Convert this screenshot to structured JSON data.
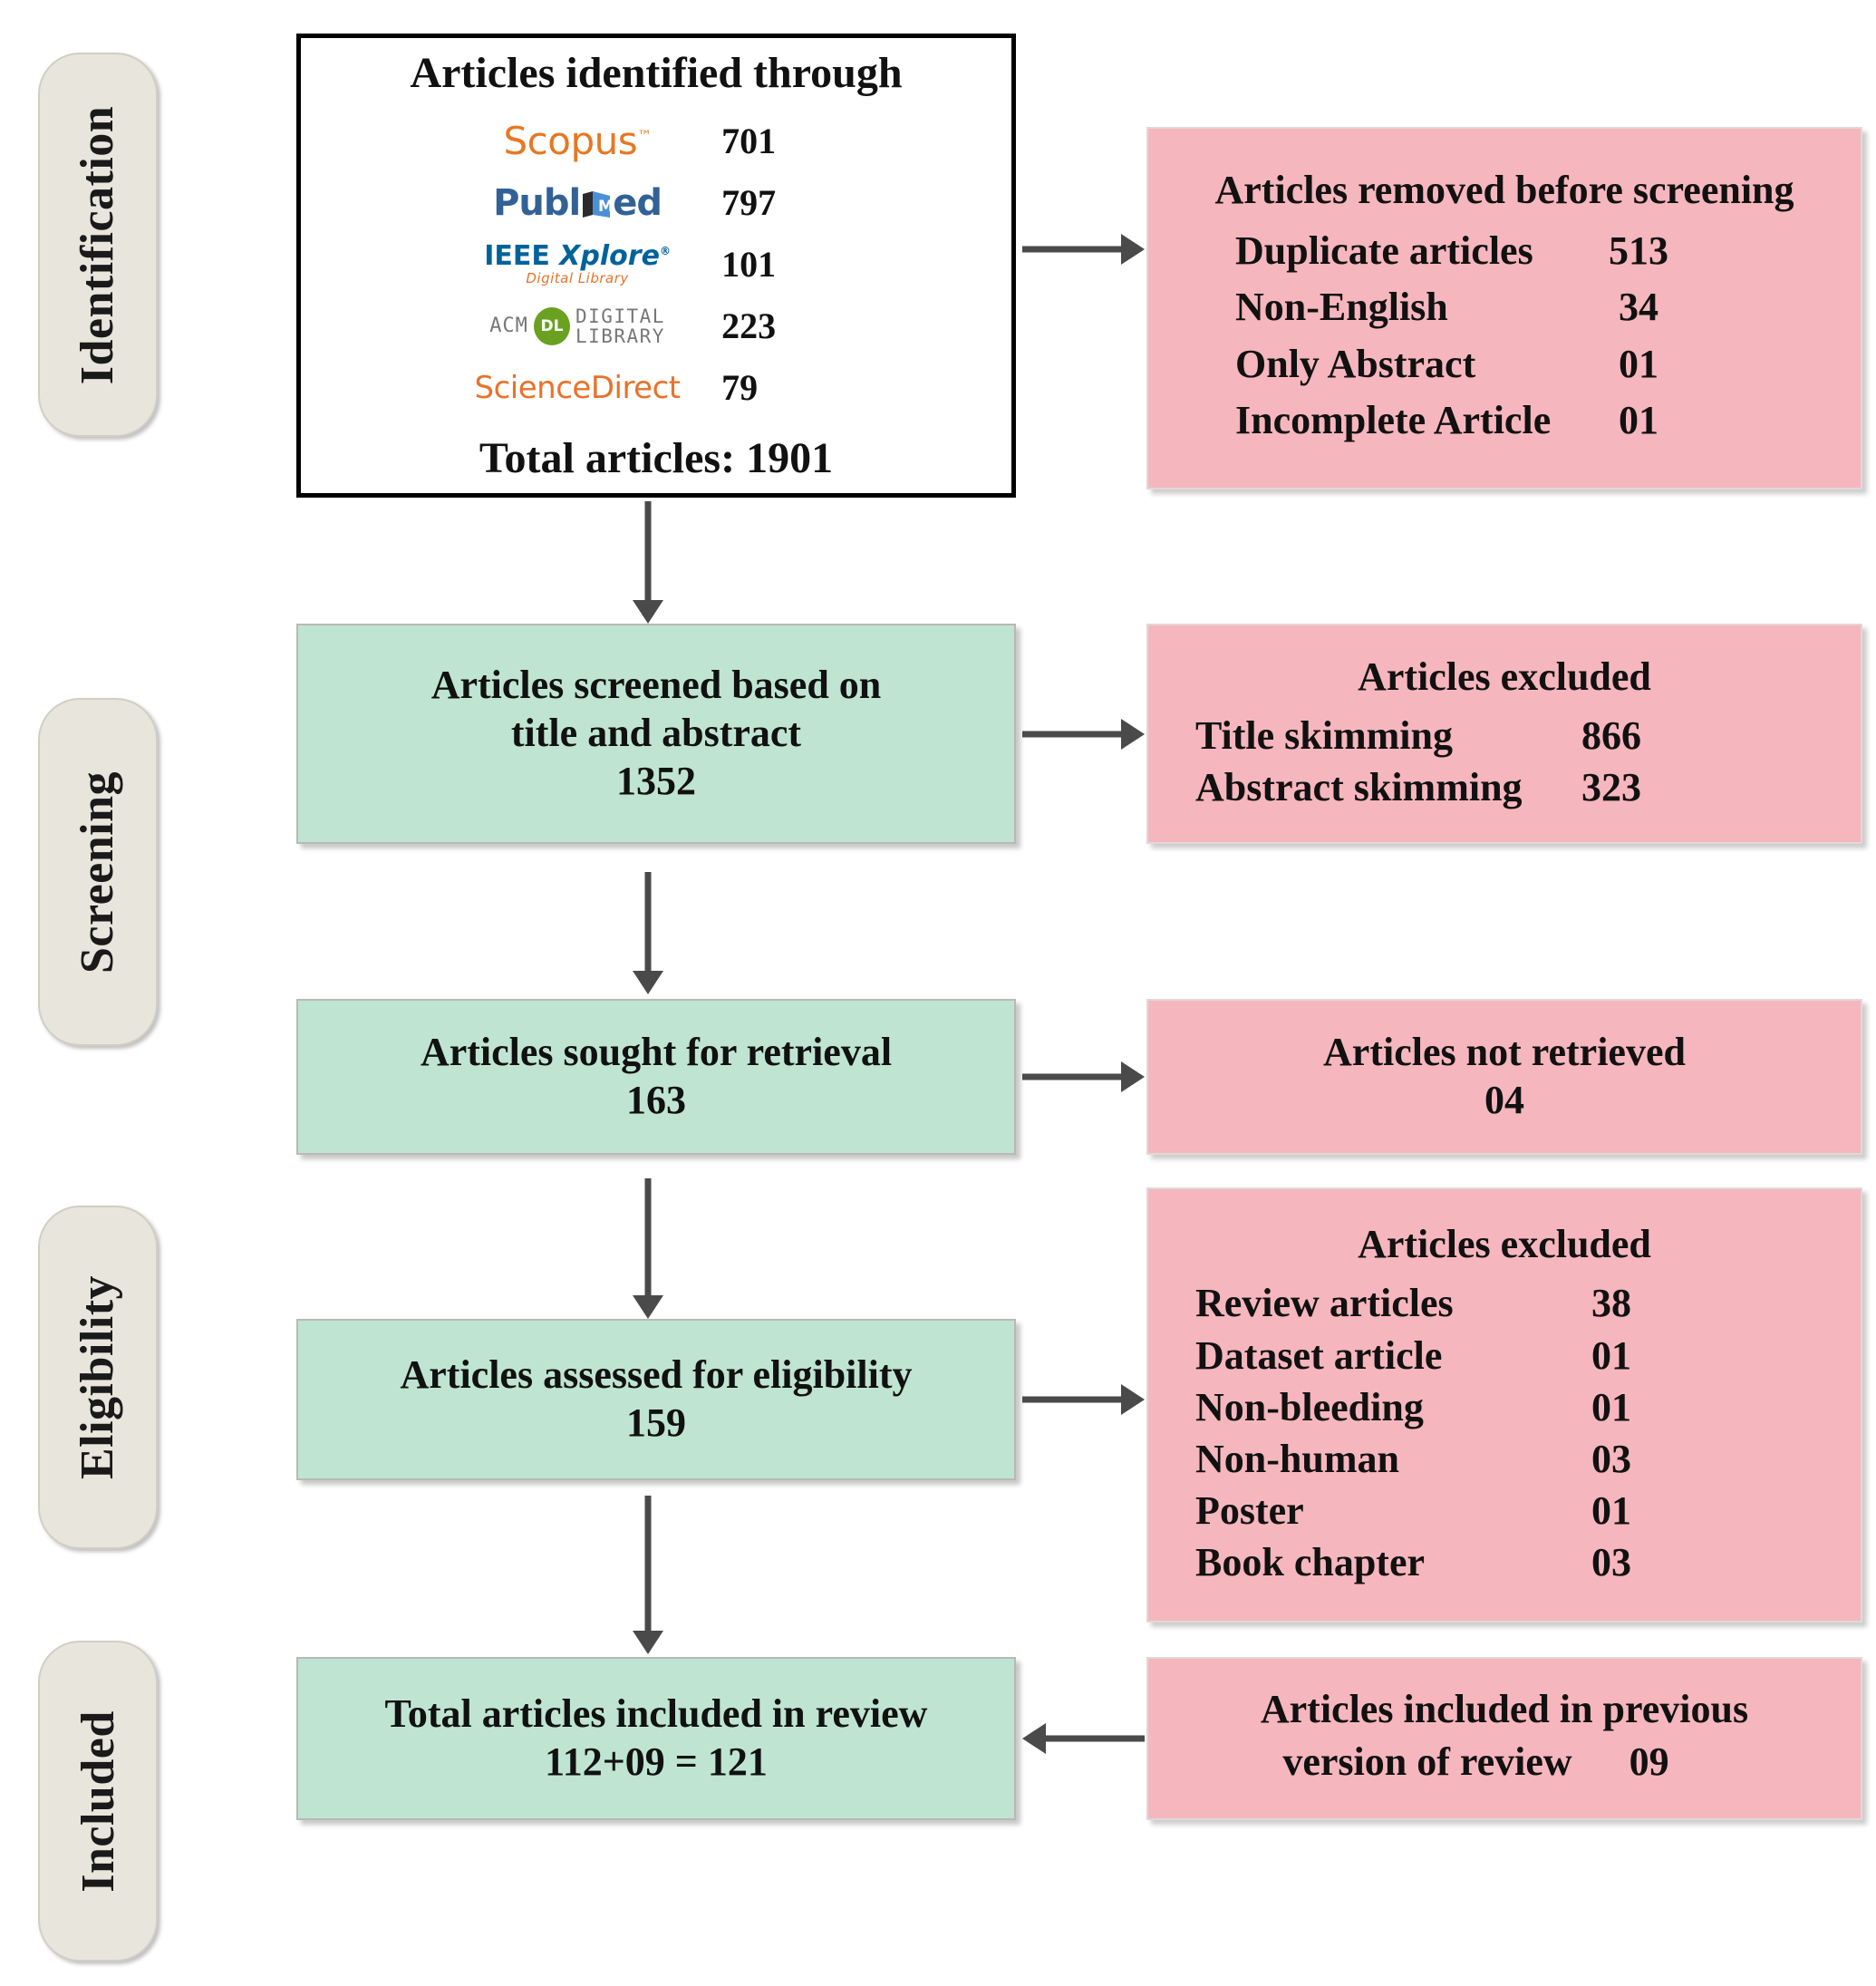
{
  "stages": [
    {
      "label": "Identification"
    },
    {
      "label": "Screening"
    },
    {
      "label": "Eligibility"
    },
    {
      "label": "Included"
    }
  ],
  "identification": {
    "title": "Articles identified through",
    "sources": [
      {
        "name": "Scopus",
        "logo": "scopus-logo",
        "count": "701"
      },
      {
        "name": "PubMed",
        "logo": "pubmed-logo",
        "count": "797"
      },
      {
        "name": "IEEE Xplore",
        "logo": "ieee-xplore-logo",
        "count": "101"
      },
      {
        "name": "ACM Digital Library",
        "logo": "acm-dl-logo",
        "count": "223"
      },
      {
        "name": "ScienceDirect",
        "logo": "sciencedirect-logo",
        "count": "79"
      }
    ],
    "logo_text": {
      "scopus": "Scopus",
      "pubmed_a": "Publ",
      "pubmed_b": "ed",
      "pubmed_m": "M",
      "ieee_main": "IEEE",
      "ieee_xplore": "Xplore",
      "ieee_sub": "Digital Library",
      "acm_prefix": "ACM",
      "acm_badge": "DL",
      "acm_line1": "DIGITAL",
      "acm_line2": "LIBRARY",
      "sciencedirect": "ScienceDirect"
    },
    "total": "Total articles: 1901"
  },
  "removed_before_screening": {
    "title": "Articles removed before screening",
    "rows": [
      {
        "label": "Duplicate articles",
        "value": "513"
      },
      {
        "label": "Non-English",
        "value": "34"
      },
      {
        "label": "Only Abstract",
        "value": "01"
      },
      {
        "label": "Incomplete Article",
        "value": "01"
      }
    ]
  },
  "screened": {
    "line1": "Articles screened based on",
    "line2": "title and abstract",
    "count": "1352"
  },
  "excluded_screening": {
    "title": "Articles excluded",
    "rows": [
      {
        "label": "Title skimming",
        "value": "866"
      },
      {
        "label": "Abstract skimming",
        "value": "323"
      }
    ]
  },
  "sought_retrieval": {
    "line1": "Articles sought for retrieval",
    "count": "163"
  },
  "not_retrieved": {
    "line1": "Articles not retrieved",
    "count": "04"
  },
  "assessed_eligibility": {
    "line1": "Articles assessed for eligibility",
    "count": "159"
  },
  "excluded_eligibility": {
    "title": "Articles excluded",
    "rows": [
      {
        "label": "Review articles",
        "value": "38"
      },
      {
        "label": "Dataset article",
        "value": "01"
      },
      {
        "label": "Non-bleeding",
        "value": "01"
      },
      {
        "label": "Non-human",
        "value": "03"
      },
      {
        "label": "Poster",
        "value": "01"
      },
      {
        "label": "Book chapter",
        "value": "03"
      }
    ]
  },
  "included_total": {
    "line1": "Total articles included in review",
    "line2": "112+09 = 121"
  },
  "previous_version": {
    "line1": "Articles included in previous",
    "line2": "version of review",
    "value": "09"
  },
  "colors": {
    "pink_box": "#f6b6bd",
    "green_box": "#bfe5d2",
    "stage_pill": "#e8e5dd",
    "arrow": "#4a4a4a",
    "scopus_orange": "#e87722",
    "pubmed_blue": "#326295",
    "ieee_blue": "#00629b",
    "acm_green": "#6aa121"
  }
}
